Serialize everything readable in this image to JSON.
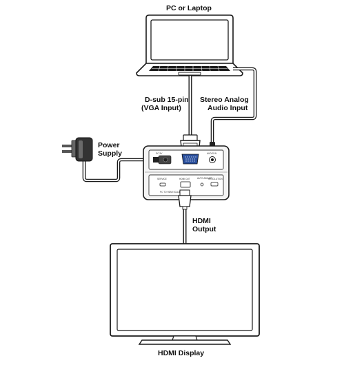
{
  "labels": {
    "pc": "PC or Laptop",
    "dsub_line1": "D-sub 15-pin",
    "dsub_line2": "(VGA Input)",
    "stereo_line1": "Stereo Analog",
    "stereo_line2": "Audio Input",
    "power_line1": "Power",
    "power_line2": "Supply",
    "hdmi_out_line1": "HDMI",
    "hdmi_out_line2": "Output",
    "hdmi_display": "HDMI Display"
  },
  "device": {
    "front_top": {
      "dc": "DC 5V",
      "audio_in": "AUDIO IN"
    },
    "front_bottom": {
      "service": "SERVICE",
      "hdmi_out": "HDMI OUT",
      "auto_adjust": "AUTO ADJUST",
      "resolution": "RESOLUTION",
      "model": "PC TO HDMI SCALER"
    }
  }
}
